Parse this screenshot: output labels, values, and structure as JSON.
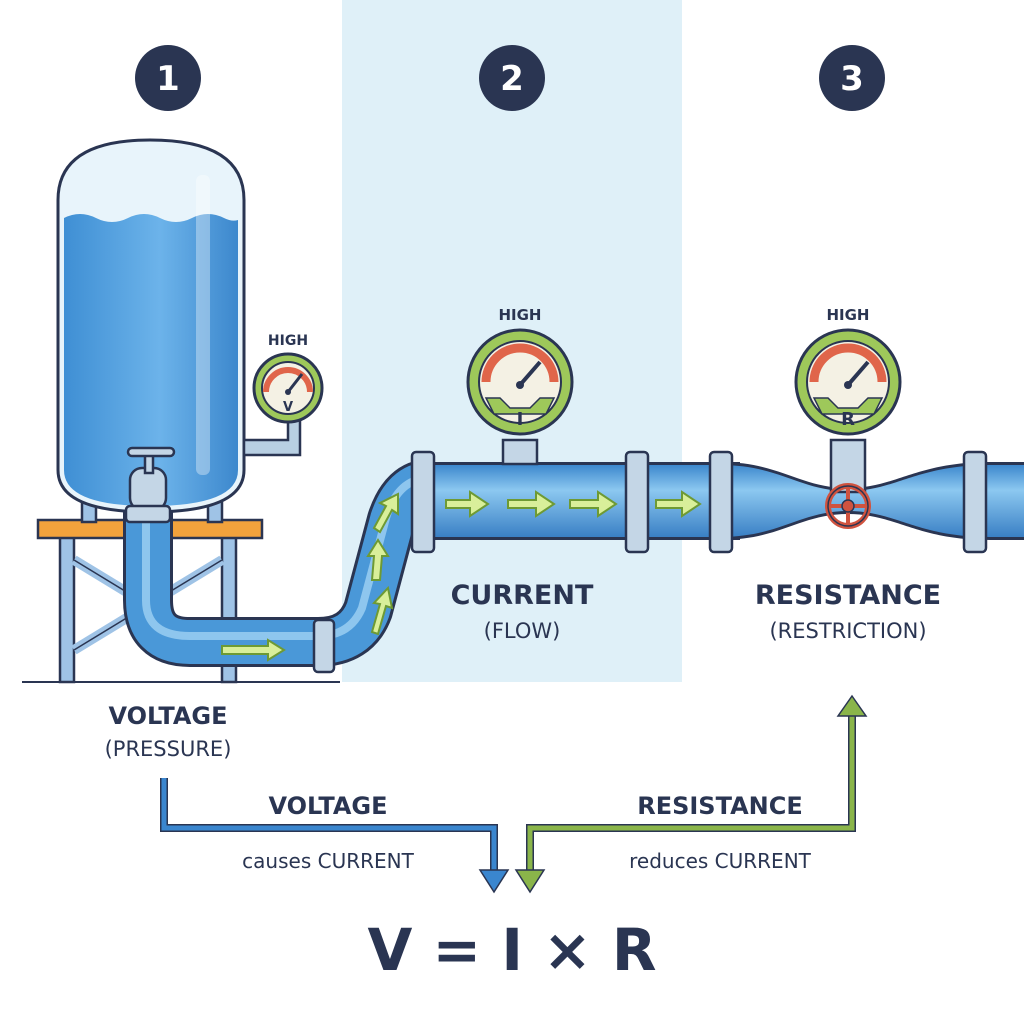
{
  "steps": [
    "1",
    "2",
    "3"
  ],
  "gauges": {
    "voltage": {
      "top_label": "HIGH",
      "letter": "V"
    },
    "current": {
      "top_label": "HIGH",
      "letter": "I"
    },
    "resistance": {
      "top_label": "HIGH",
      "letter": "R"
    }
  },
  "labels": {
    "voltage_title": "VOLTAGE",
    "voltage_sub": "(PRESSURE)",
    "current_title": "CURRENT",
    "current_sub": "(FLOW)",
    "resistance_title": "RESISTANCE",
    "resistance_sub": "(RESTRICTION)"
  },
  "relations": {
    "voltage_word": "VOLTAGE",
    "voltage_effect": "causes CURRENT",
    "resistance_word": "RESISTANCE",
    "resistance_effect": "reduces CURRENT"
  },
  "formula": "V = I × R",
  "colors": {
    "navy": "#2a3552",
    "water_blue": "#4a98d8",
    "highlight_panel": "#dff0f8",
    "arrow_green": "#8ab54a",
    "arrow_blue": "#3a86cf",
    "gauge_red": "#e0654a",
    "platform_orange": "#f2a23c"
  }
}
